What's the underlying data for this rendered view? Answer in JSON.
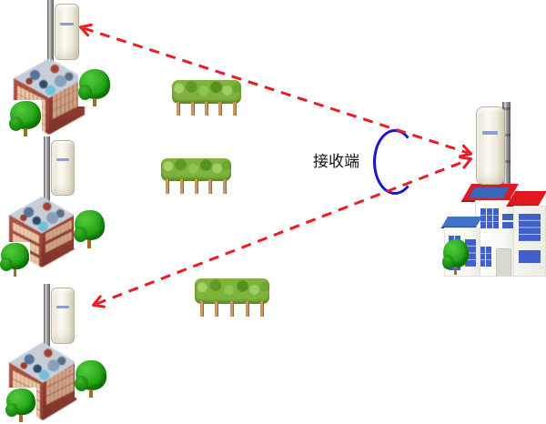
{
  "diagram": {
    "receiver_label": "接收端",
    "colors": {
      "background": "#ffffff",
      "link_arrow_red": "#ed1c24",
      "beam_arc_blue": "#1c16cf",
      "brick_wall": "#a34a3e",
      "tree_green": "#23a715",
      "hedge_green": "#7fb33b",
      "office_roof_red": "#e01820",
      "office_roof_blue_panel": "#3a66b8",
      "office_wing_roof_blue": "#4173c8",
      "office_window_blue": "#2b50c4",
      "ap_device_body": "#f4f1e4",
      "pole_gray": "#8a8a8a"
    },
    "nodes": [
      {
        "id": "transmitter-top",
        "kind": "outdoor-ap-on-pole",
        "site": "brick-building-with-trees"
      },
      {
        "id": "transmitter-middle",
        "kind": "outdoor-ap-on-pole",
        "site": "brick-building-with-trees"
      },
      {
        "id": "transmitter-bottom",
        "kind": "outdoor-ap-on-pole",
        "site": "brick-building-with-trees"
      },
      {
        "id": "receiver",
        "kind": "outdoor-ap-on-pole",
        "site": "office-building-with-tree",
        "label": "接收端"
      }
    ],
    "links": [
      {
        "from": "transmitter-top",
        "to": "receiver",
        "style": "red-dashed",
        "arrows": "both-ends"
      },
      {
        "from": "transmitter-bottom",
        "to": "receiver",
        "style": "red-dashed",
        "arrows": "both-ends"
      }
    ],
    "obstacles": [
      {
        "kind": "hedge-row",
        "position": "upper-middle"
      },
      {
        "kind": "hedge-row",
        "position": "center-middle"
      },
      {
        "kind": "hedge-row",
        "position": "lower-middle"
      }
    ],
    "annotations": [
      {
        "kind": "beam-angle-arc",
        "color": "#1c16cf",
        "near": "receiver"
      }
    ]
  }
}
